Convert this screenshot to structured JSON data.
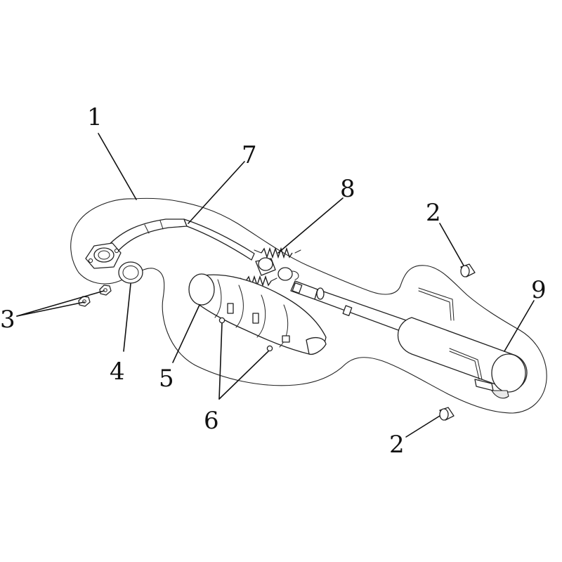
{
  "callouts": {
    "c1": "1",
    "c2a": "2",
    "c2b": "2",
    "c3": "3",
    "c4": "4",
    "c5": "5",
    "c6": "6",
    "c7": "7",
    "c8": "8",
    "c9": "9"
  },
  "parts": [
    {
      "callout": "1",
      "icon": "exhaust-system-outline"
    },
    {
      "callout": "2",
      "icon": "rubber-bushing"
    },
    {
      "callout": "3",
      "icon": "flange-nut"
    },
    {
      "callout": "4",
      "icon": "exhaust-gasket-ring"
    },
    {
      "callout": "5",
      "icon": "heat-shield"
    },
    {
      "callout": "6",
      "icon": "shield-screw"
    },
    {
      "callout": "7",
      "icon": "header-pipe"
    },
    {
      "callout": "8",
      "icon": "joint-spring"
    },
    {
      "callout": "9",
      "icon": "muffler"
    }
  ]
}
